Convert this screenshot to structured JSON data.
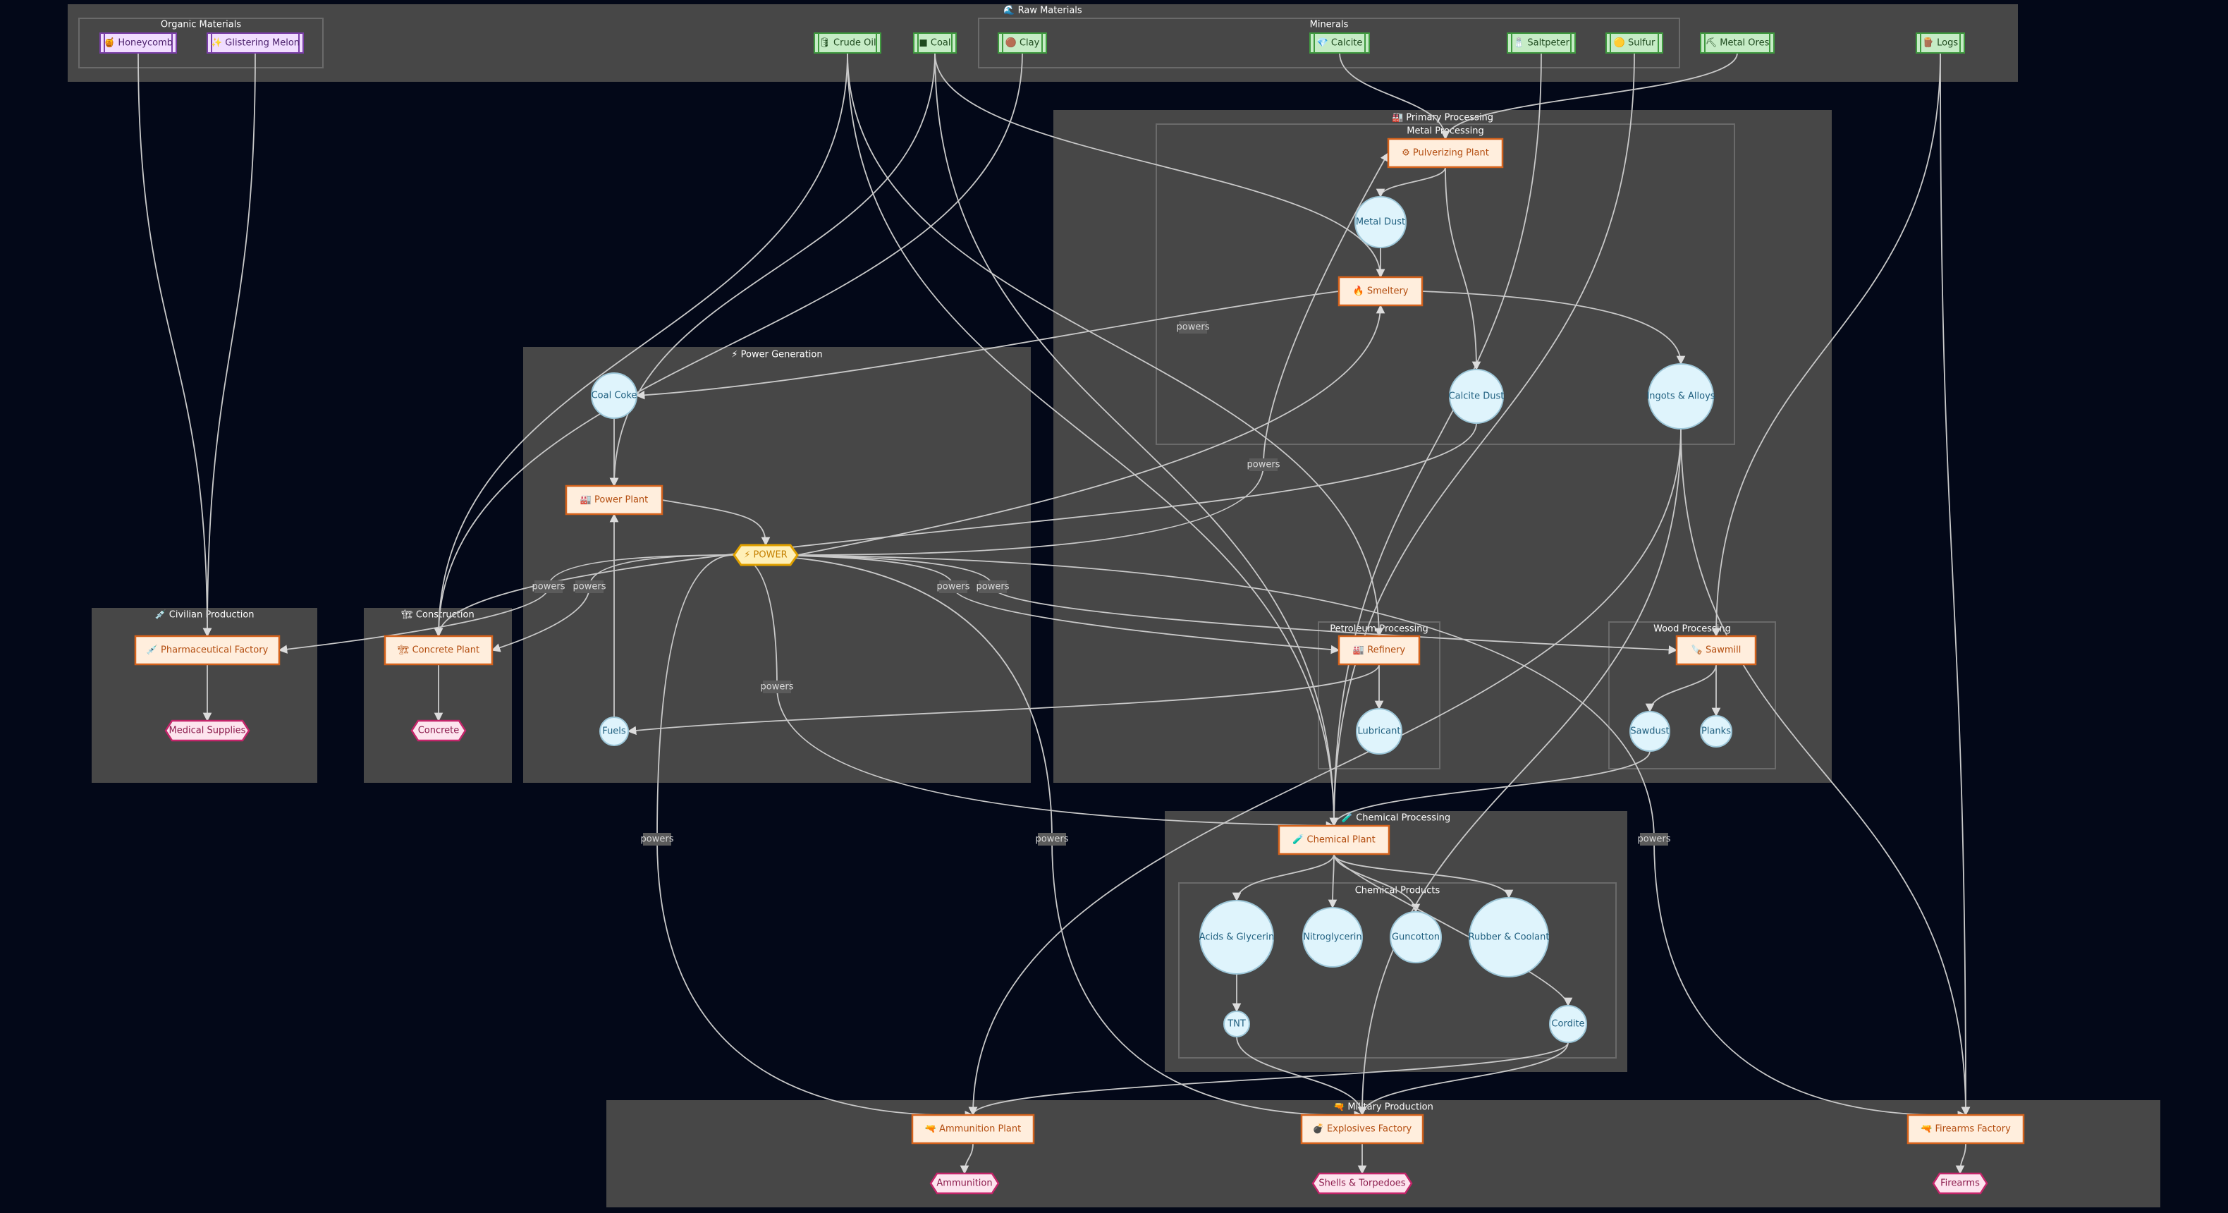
{
  "clusters": [
    {
      "id": "raw",
      "title": "🌊 Raw Materials"
    },
    {
      "id": "organic",
      "title": "Organic Materials"
    },
    {
      "id": "minerals",
      "title": "Minerals"
    },
    {
      "id": "primary",
      "title": "🏭 Primary Processing"
    },
    {
      "id": "metal",
      "title": "Metal Processing"
    },
    {
      "id": "power",
      "title": "⚡ Power Generation"
    },
    {
      "id": "civilian",
      "title": "💉 Civilian Production"
    },
    {
      "id": "construction",
      "title": "🏗 Construction"
    },
    {
      "id": "petroleum",
      "title": "Petroleum Processing"
    },
    {
      "id": "wood",
      "title": "Wood Processing"
    },
    {
      "id": "chemical",
      "title": "🧪 Chemical Processing"
    },
    {
      "id": "chemprod",
      "title": "Chemical Products"
    },
    {
      "id": "military",
      "title": "🔫 Military Production"
    }
  ],
  "nodes": [
    {
      "id": "honeycomb",
      "label": "🍯 Honeycomb",
      "kind": "organic"
    },
    {
      "id": "melon",
      "label": "✨ Glistering Melon",
      "kind": "organic"
    },
    {
      "id": "crude",
      "label": "🛢 Crude Oil",
      "kind": "raw"
    },
    {
      "id": "coal",
      "label": "■ Coal",
      "kind": "raw"
    },
    {
      "id": "clay",
      "label": "🟤 Clay",
      "kind": "raw"
    },
    {
      "id": "calcite",
      "label": "💎 Calcite",
      "kind": "raw"
    },
    {
      "id": "saltpeter",
      "label": "🧂 Saltpeter",
      "kind": "raw"
    },
    {
      "id": "sulfur",
      "label": "🟡 Sulfur",
      "kind": "raw"
    },
    {
      "id": "ores",
      "label": "⛏ Metal Ores",
      "kind": "raw"
    },
    {
      "id": "logs",
      "label": "🪵 Logs",
      "kind": "raw"
    },
    {
      "id": "pulverizing",
      "label": "⚙ Pulverizing Plant",
      "kind": "process"
    },
    {
      "id": "metaldust",
      "label": "Metal Dust",
      "kind": "intermediate"
    },
    {
      "id": "smeltery",
      "label": "🔥 Smeltery",
      "kind": "process"
    },
    {
      "id": "calcitedust",
      "label": "Calcite Dust",
      "kind": "intermediate"
    },
    {
      "id": "ingots",
      "label": "Ingots & Alloys",
      "kind": "intermediate"
    },
    {
      "id": "coalcoke",
      "label": "Coal Coke",
      "kind": "intermediate"
    },
    {
      "id": "powerplant",
      "label": "🏭 Power Plant",
      "kind": "process"
    },
    {
      "id": "powernode",
      "label": "⚡ POWER",
      "kind": "power"
    },
    {
      "id": "fuels",
      "label": "Fuels",
      "kind": "intermediate"
    },
    {
      "id": "pharma",
      "label": "💉 Pharmaceutical Factory",
      "kind": "process"
    },
    {
      "id": "medical",
      "label": "Medical Supplies",
      "kind": "product"
    },
    {
      "id": "concreteplant",
      "label": "🏗 Concrete Plant",
      "kind": "process"
    },
    {
      "id": "concrete",
      "label": "Concrete",
      "kind": "product"
    },
    {
      "id": "refinery",
      "label": "🏭 Refinery",
      "kind": "process"
    },
    {
      "id": "lubricant",
      "label": "Lubricant",
      "kind": "intermediate"
    },
    {
      "id": "sawmill",
      "label": "🪚 Sawmill",
      "kind": "process"
    },
    {
      "id": "sawdust",
      "label": "Sawdust",
      "kind": "intermediate"
    },
    {
      "id": "planks",
      "label": "Planks",
      "kind": "intermediate"
    },
    {
      "id": "chemplant",
      "label": "🧪 Chemical Plant",
      "kind": "process"
    },
    {
      "id": "acids",
      "label": "Acids & Glycerin",
      "kind": "intermediate"
    },
    {
      "id": "nitro",
      "label": "Nitroglycerin",
      "kind": "intermediate"
    },
    {
      "id": "guncotton",
      "label": "Guncotton",
      "kind": "intermediate"
    },
    {
      "id": "rubber",
      "label": "Rubber & Coolant",
      "kind": "intermediate"
    },
    {
      "id": "tnt",
      "label": "TNT",
      "kind": "intermediate"
    },
    {
      "id": "cordite",
      "label": "Cordite",
      "kind": "intermediate"
    },
    {
      "id": "ammoplant",
      "label": "🔫 Ammunition Plant",
      "kind": "process"
    },
    {
      "id": "ammunition",
      "label": "Ammunition",
      "kind": "product"
    },
    {
      "id": "explosives",
      "label": "💣 Explosives Factory",
      "kind": "process"
    },
    {
      "id": "shells",
      "label": "Shells & Torpedoes",
      "kind": "product"
    },
    {
      "id": "firearmsfac",
      "label": "🔫 Firearms Factory",
      "kind": "process"
    },
    {
      "id": "firearms",
      "label": "Firearms",
      "kind": "product"
    }
  ],
  "edges": [
    {
      "from": "honeycomb",
      "to": "pharma"
    },
    {
      "from": "melon",
      "to": "pharma"
    },
    {
      "from": "crude",
      "to": "refinery"
    },
    {
      "from": "crude",
      "to": "concreteplant"
    },
    {
      "from": "crude",
      "to": "chemplant"
    },
    {
      "from": "coal",
      "to": "smeltery"
    },
    {
      "from": "coal",
      "to": "chemplant"
    },
    {
      "from": "coal",
      "to": "powerplant"
    },
    {
      "from": "clay",
      "to": "concreteplant"
    },
    {
      "from": "calcite",
      "to": "pulverizing"
    },
    {
      "from": "saltpeter",
      "to": "chemplant"
    },
    {
      "from": "sulfur",
      "to": "chemplant"
    },
    {
      "from": "ores",
      "to": "pulverizing"
    },
    {
      "from": "logs",
      "to": "sawmill"
    },
    {
      "from": "logs",
      "to": "firearmsfac"
    },
    {
      "from": "pulverizing",
      "to": "metaldust"
    },
    {
      "from": "pulverizing",
      "to": "calcitedust"
    },
    {
      "from": "metaldust",
      "to": "smeltery"
    },
    {
      "from": "smeltery",
      "to": "ingots"
    },
    {
      "from": "smeltery",
      "to": "coalcoke",
      "label": "powers"
    },
    {
      "from": "calcitedust",
      "to": "concreteplant"
    },
    {
      "from": "ingots",
      "to": "ammoplant"
    },
    {
      "from": "ingots",
      "to": "explosives"
    },
    {
      "from": "ingots",
      "to": "firearmsfac"
    },
    {
      "from": "coalcoke",
      "to": "powerplant"
    },
    {
      "from": "powerplant",
      "to": "powernode"
    },
    {
      "from": "powernode",
      "to": "pulverizing",
      "label": "powers"
    },
    {
      "from": "powernode",
      "to": "smeltery"
    },
    {
      "from": "powernode",
      "to": "pharma",
      "label": "powers"
    },
    {
      "from": "powernode",
      "to": "concreteplant",
      "label": "powers"
    },
    {
      "from": "powernode",
      "to": "refinery",
      "label": "powers"
    },
    {
      "from": "powernode",
      "to": "sawmill",
      "label": "powers"
    },
    {
      "from": "powernode",
      "to": "chemplant",
      "label": "powers"
    },
    {
      "from": "powernode",
      "to": "ammoplant",
      "label": "powers"
    },
    {
      "from": "powernode",
      "to": "explosives",
      "label": "powers"
    },
    {
      "from": "powernode",
      "to": "firearmsfac",
      "label": "powers"
    },
    {
      "from": "fuels",
      "to": "powerplant"
    },
    {
      "from": "pharma",
      "to": "medical"
    },
    {
      "from": "concreteplant",
      "to": "concrete"
    },
    {
      "from": "refinery",
      "to": "lubricant"
    },
    {
      "from": "refinery",
      "to": "fuels"
    },
    {
      "from": "sawmill",
      "to": "sawdust"
    },
    {
      "from": "sawmill",
      "to": "planks"
    },
    {
      "from": "sawdust",
      "to": "chemplant"
    },
    {
      "from": "chemplant",
      "to": "acids"
    },
    {
      "from": "chemplant",
      "to": "nitro"
    },
    {
      "from": "chemplant",
      "to": "guncotton"
    },
    {
      "from": "chemplant",
      "to": "rubber"
    },
    {
      "from": "chemplant",
      "to": "cordite"
    },
    {
      "from": "acids",
      "to": "tnt"
    },
    {
      "from": "tnt",
      "to": "explosives"
    },
    {
      "from": "cordite",
      "to": "ammoplant"
    },
    {
      "from": "cordite",
      "to": "explosives"
    },
    {
      "from": "ammoplant",
      "to": "ammunition"
    },
    {
      "from": "explosives",
      "to": "shells"
    },
    {
      "from": "firearmsfac",
      "to": "firearms"
    }
  ]
}
